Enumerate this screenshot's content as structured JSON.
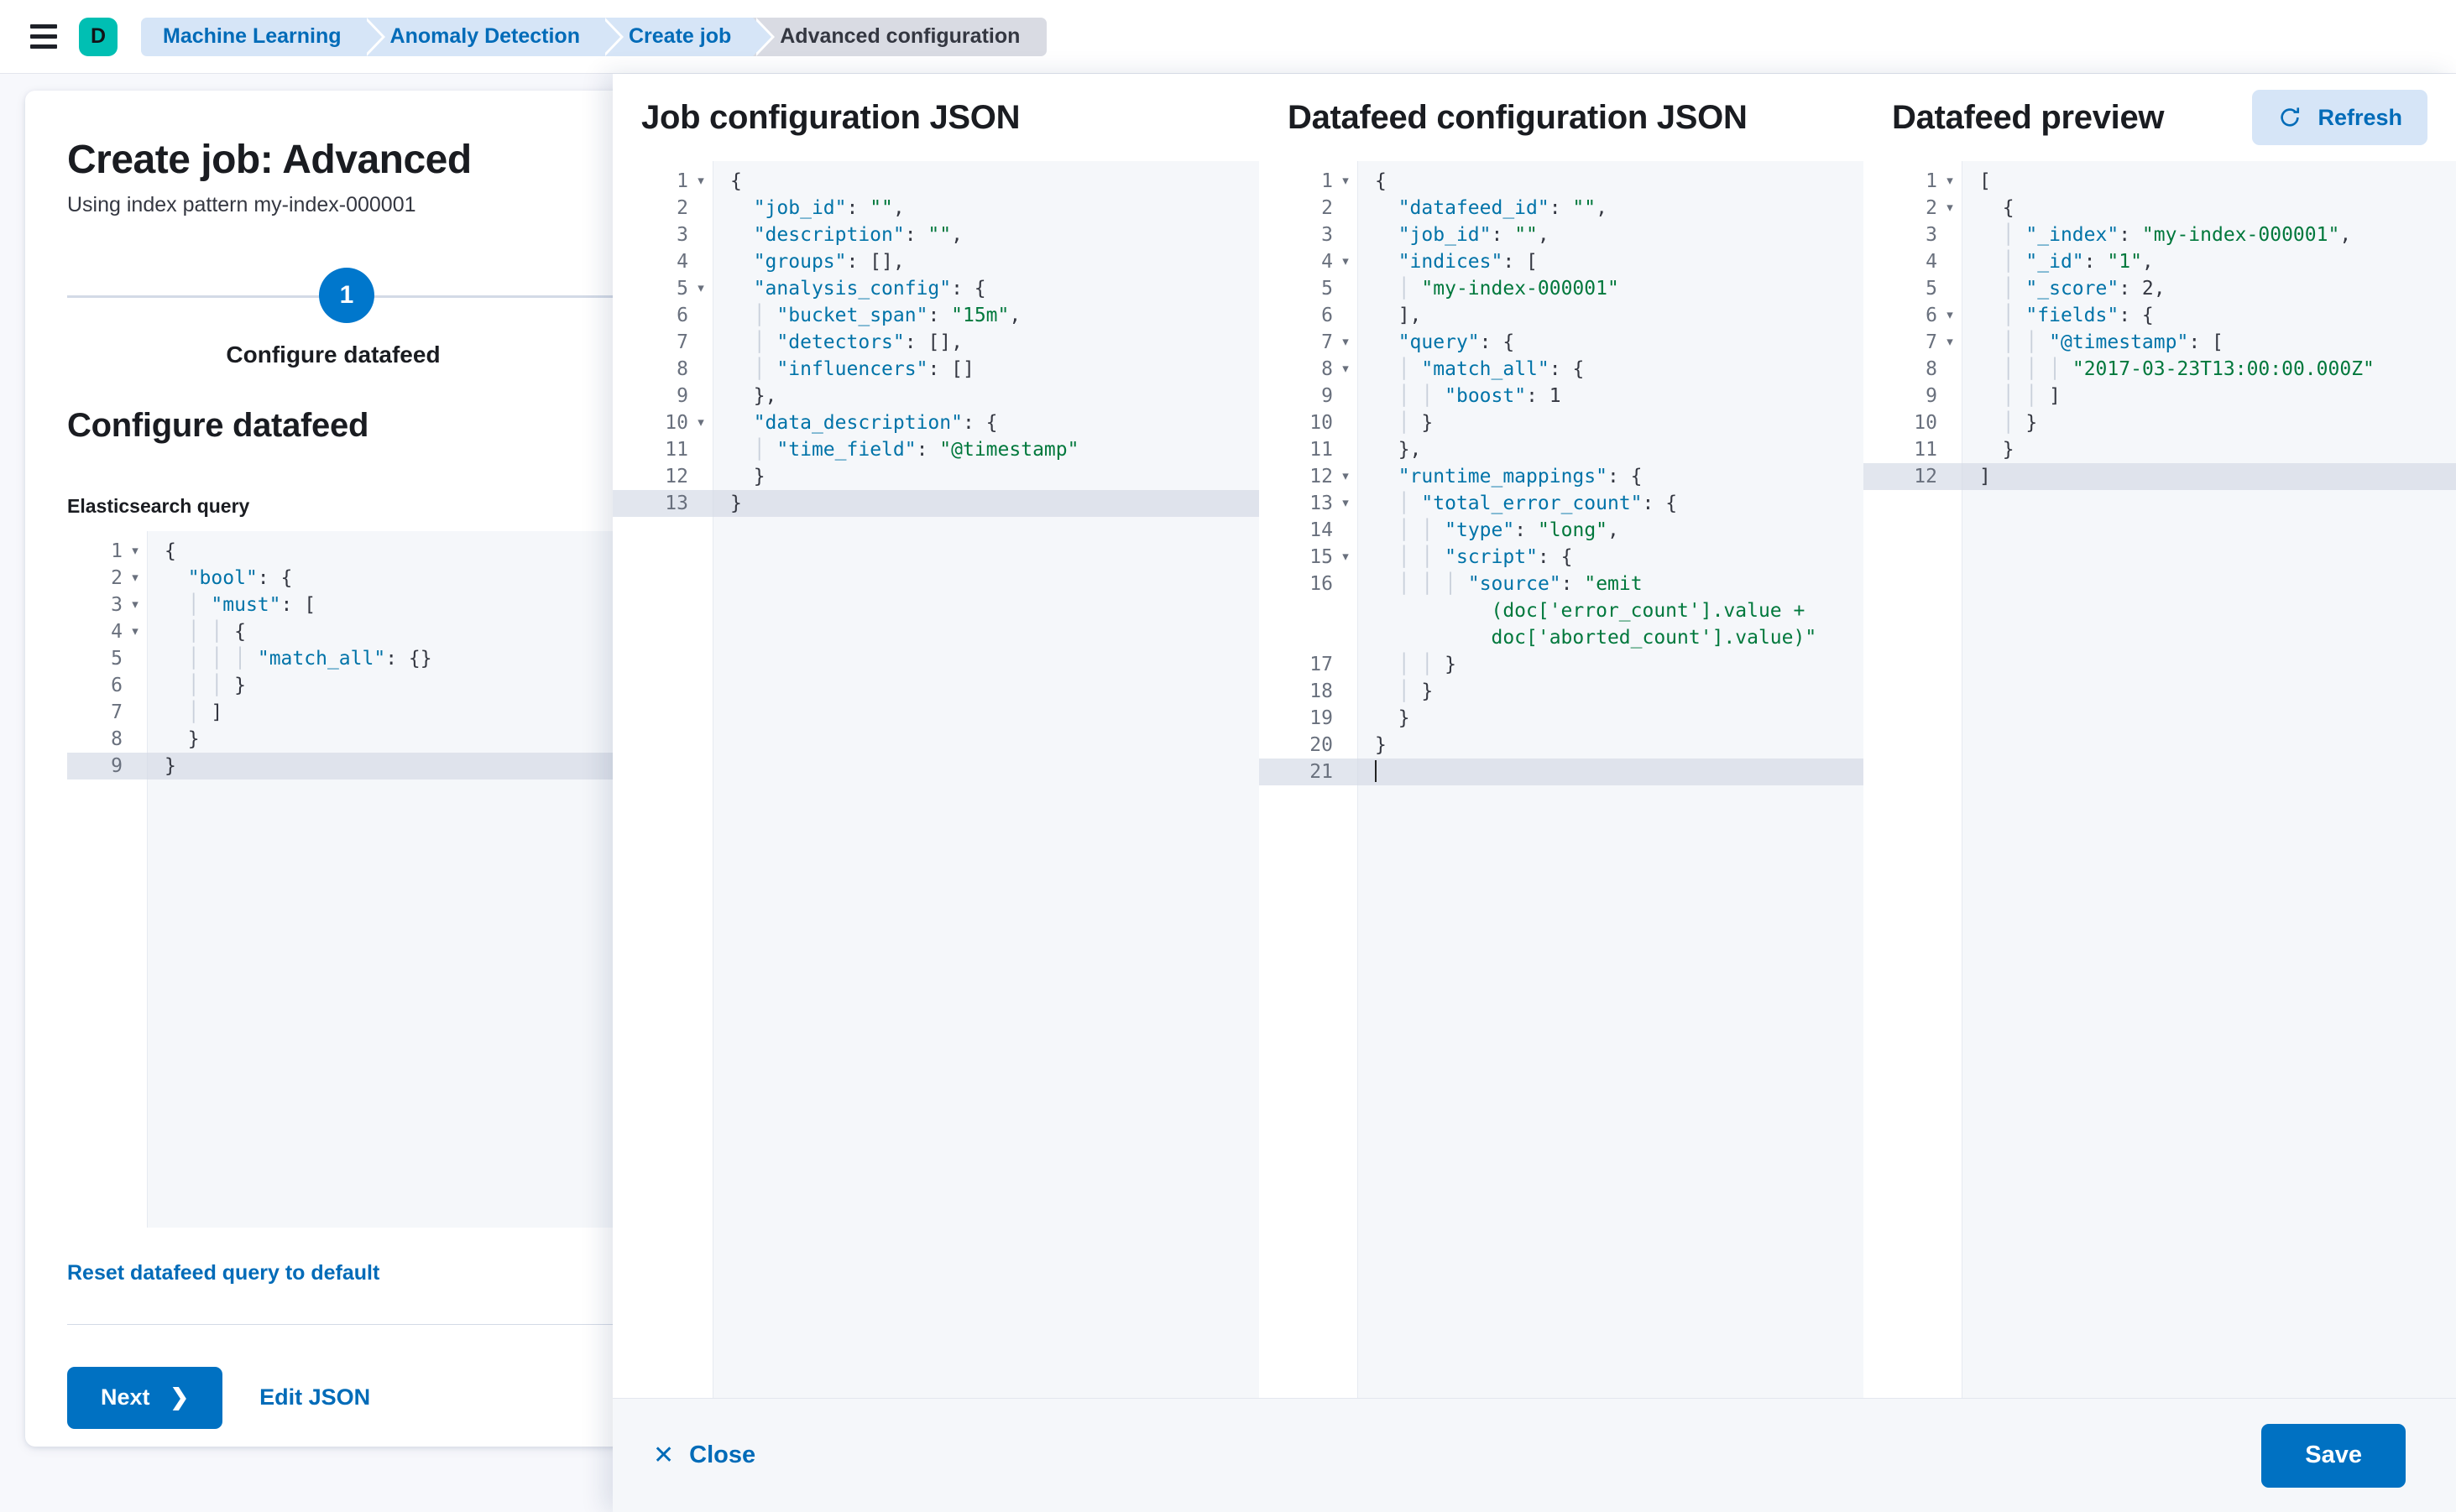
{
  "chrome": {
    "menu_icon": "hamburger-menu-icon",
    "avatar_letter": "D",
    "breadcrumbs": [
      {
        "label": "Machine Learning",
        "current": false
      },
      {
        "label": "Anomaly Detection",
        "current": false
      },
      {
        "label": "Create job",
        "current": false
      },
      {
        "label": "Advanced configuration",
        "current": true
      }
    ]
  },
  "wizard": {
    "title": "Create job: Advanced",
    "subtitle": "Using index pattern my-index-000001",
    "step_number": "1",
    "step_label": "Configure datafeed",
    "section_title": "Configure datafeed",
    "query_label": "Elasticsearch query",
    "reset_link": "Reset datafeed query to default",
    "next_label": "Next",
    "next_icon": "chevron-right-icon",
    "edit_json_label": "Edit JSON",
    "query_editor": {
      "active_line": 9,
      "lines": [
        {
          "n": "1",
          "fold": true,
          "text": "{"
        },
        {
          "n": "2",
          "fold": true,
          "text": "  \"bool\": {"
        },
        {
          "n": "3",
          "fold": true,
          "text": "  │ \"must\": ["
        },
        {
          "n": "4",
          "fold": true,
          "text": "  │ │ {"
        },
        {
          "n": "5",
          "fold": false,
          "text": "  │ │ │ \"match_all\": {}"
        },
        {
          "n": "6",
          "fold": false,
          "text": "  │ │ }"
        },
        {
          "n": "7",
          "fold": false,
          "text": "  │ ]"
        },
        {
          "n": "8",
          "fold": false,
          "text": "  }"
        },
        {
          "n": "9",
          "fold": false,
          "text": "}"
        }
      ]
    }
  },
  "flyout": {
    "columns": [
      {
        "title": "Job configuration JSON",
        "active_line": 13,
        "lines": [
          {
            "n": "1",
            "fold": true,
            "text": "{"
          },
          {
            "n": "2",
            "fold": false,
            "text": "  \"job_id\": \"\","
          },
          {
            "n": "3",
            "fold": false,
            "text": "  \"description\": \"\","
          },
          {
            "n": "4",
            "fold": false,
            "text": "  \"groups\": [],"
          },
          {
            "n": "5",
            "fold": true,
            "text": "  \"analysis_config\": {"
          },
          {
            "n": "6",
            "fold": false,
            "text": "  │ \"bucket_span\": \"15m\","
          },
          {
            "n": "7",
            "fold": false,
            "text": "  │ \"detectors\": [],"
          },
          {
            "n": "8",
            "fold": false,
            "text": "  │ \"influencers\": []"
          },
          {
            "n": "9",
            "fold": false,
            "text": "  },"
          },
          {
            "n": "10",
            "fold": true,
            "text": "  \"data_description\": {"
          },
          {
            "n": "11",
            "fold": false,
            "text": "  │ \"time_field\": \"@timestamp\""
          },
          {
            "n": "12",
            "fold": false,
            "text": "  }"
          },
          {
            "n": "13",
            "fold": false,
            "text": "}"
          }
        ]
      },
      {
        "title": "Datafeed configuration JSON",
        "active_line": 21,
        "lines": [
          {
            "n": "1",
            "fold": true,
            "text": "{"
          },
          {
            "n": "2",
            "fold": false,
            "text": "  \"datafeed_id\": \"\","
          },
          {
            "n": "3",
            "fold": false,
            "text": "  \"job_id\": \"\","
          },
          {
            "n": "4",
            "fold": true,
            "text": "  \"indices\": ["
          },
          {
            "n": "5",
            "fold": false,
            "text": "  │ \"my-index-000001\""
          },
          {
            "n": "6",
            "fold": false,
            "text": "  ],"
          },
          {
            "n": "7",
            "fold": true,
            "text": "  \"query\": {"
          },
          {
            "n": "8",
            "fold": true,
            "text": "  │ \"match_all\": {"
          },
          {
            "n": "9",
            "fold": false,
            "text": "  │ │ \"boost\": 1"
          },
          {
            "n": "10",
            "fold": false,
            "text": "  │ }"
          },
          {
            "n": "11",
            "fold": false,
            "text": "  },"
          },
          {
            "n": "12",
            "fold": true,
            "text": "  \"runtime_mappings\": {"
          },
          {
            "n": "13",
            "fold": true,
            "text": "  │ \"total_error_count\": {"
          },
          {
            "n": "14",
            "fold": false,
            "text": "  │ │ \"type\": \"long\","
          },
          {
            "n": "15",
            "fold": true,
            "text": "  │ │ \"script\": {"
          },
          {
            "n": "16",
            "fold": false,
            "wrap": true,
            "text": "  │ │ │ \"source\": \"emit\n          (doc['error_count'].value +\n          doc['aborted_count'].value)\""
          },
          {
            "n": "17",
            "fold": false,
            "text": "  │ │ }"
          },
          {
            "n": "18",
            "fold": false,
            "text": "  │ }"
          },
          {
            "n": "19",
            "fold": false,
            "text": "  }"
          },
          {
            "n": "20",
            "fold": false,
            "text": "}"
          },
          {
            "n": "21",
            "fold": false,
            "text": "",
            "caret": true
          }
        ]
      },
      {
        "title": "Datafeed preview",
        "refresh_label": "Refresh",
        "refresh_icon": "refresh-icon",
        "active_line": 12,
        "lines": [
          {
            "n": "1",
            "fold": true,
            "text": "["
          },
          {
            "n": "2",
            "fold": true,
            "text": "  {"
          },
          {
            "n": "3",
            "fold": false,
            "text": "  │ \"_index\": \"my-index-000001\","
          },
          {
            "n": "4",
            "fold": false,
            "text": "  │ \"_id\": \"1\","
          },
          {
            "n": "5",
            "fold": false,
            "text": "  │ \"_score\": 2,"
          },
          {
            "n": "6",
            "fold": true,
            "text": "  │ \"fields\": {"
          },
          {
            "n": "7",
            "fold": true,
            "text": "  │ │ \"@timestamp\": ["
          },
          {
            "n": "8",
            "fold": false,
            "text": "  │ │ │ \"2017-03-23T13:00:00.000Z\""
          },
          {
            "n": "9",
            "fold": false,
            "text": "  │ │ ]"
          },
          {
            "n": "10",
            "fold": false,
            "text": "  │ }"
          },
          {
            "n": "11",
            "fold": false,
            "text": "  }"
          },
          {
            "n": "12",
            "fold": false,
            "text": "]"
          }
        ]
      }
    ],
    "close_label": "Close",
    "close_icon": "close-x-icon",
    "save_label": "Save"
  },
  "colors": {
    "primary": "#0071c2",
    "link": "#006bb8",
    "avatar_bg": "#00bfb3",
    "breadcrumb_bg": "#d6e5f7",
    "breadcrumb_current_bg": "#d9dbe3",
    "json_key": "#0073a8",
    "json_string": "#00783c",
    "editor_bg": "#f5f7fa",
    "active_line": "#d3dae6"
  }
}
